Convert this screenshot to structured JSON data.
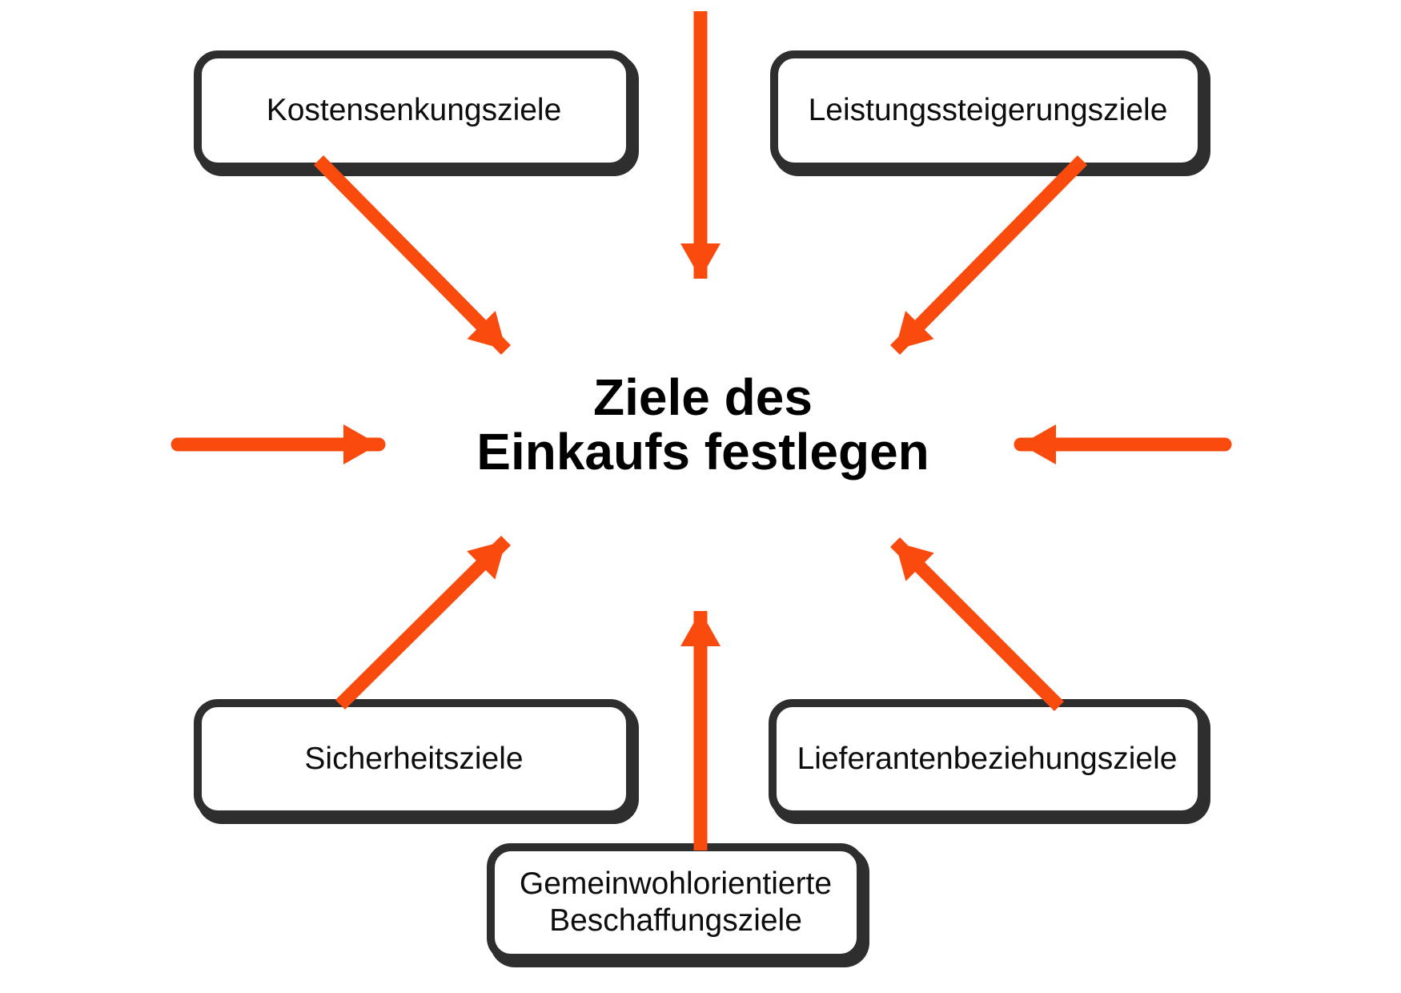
{
  "diagram": {
    "center_title": "Ziele des\nEinkaufs festlegen",
    "boxes": {
      "kostensenkung": {
        "label": "Kostensenkungsziele"
      },
      "leistungssteigerung": {
        "label": "Leistungssteigerungsziele"
      },
      "sicherheit": {
        "label": "Sicherheitsziele"
      },
      "lieferantenbeziehung": {
        "label": "Lieferantenbeziehungsziele"
      },
      "gemeinwohl": {
        "label": "Gemeinwohlorientierte\nBeschaffungsziele"
      }
    },
    "arrows": [
      "from-top-edge",
      "from-left-edge",
      "from-right-edge",
      "from-kostensenkungsziele",
      "from-leistungssteigerungsziele",
      "from-sicherheitsziele",
      "from-lieferantenbeziehungsziele",
      "from-gemeinwohl-box"
    ],
    "colors": {
      "arrow": "#f94b0d",
      "box_border": "#2e2e2e",
      "box_fill": "#ffffff",
      "text": "#0d0d0d",
      "background": "#ffffff"
    }
  }
}
